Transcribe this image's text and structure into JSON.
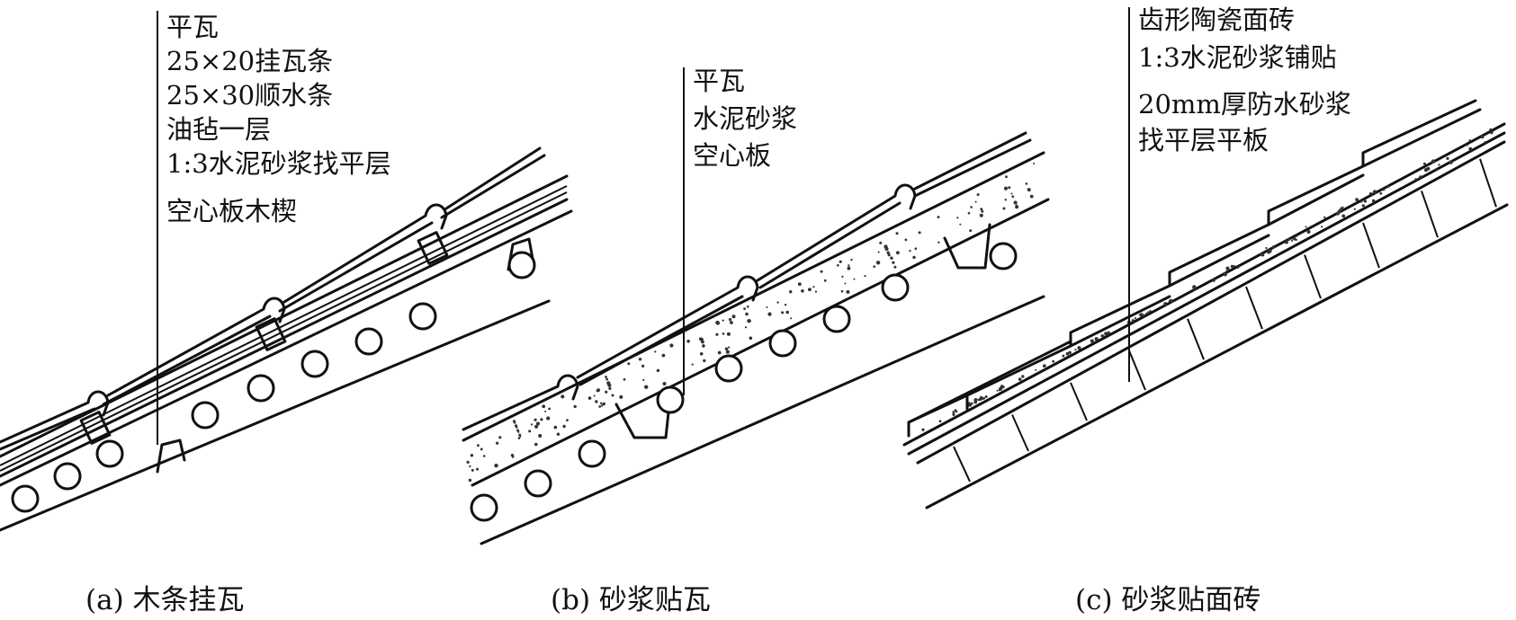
{
  "diagram_a": {
    "labels": [
      "平瓦",
      "25×20挂瓦条",
      "25×30顺水条",
      "油毡一层",
      "1:3水泥砂浆找平层",
      "空心板木楔"
    ],
    "caption": "(a) 木条挂瓦"
  },
  "diagram_b": {
    "labels": [
      "平瓦",
      "水泥砂浆",
      "空心板"
    ],
    "caption": "(b) 砂浆贴瓦"
  },
  "diagram_c": {
    "labels": [
      "齿形陶瓷面砖",
      "1:3水泥砂浆铺贴",
      "20mm厚防水砂浆",
      "找平层平板"
    ],
    "caption": "(c) 砂浆贴面砖"
  },
  "colors": {
    "ink": "#111111",
    "paper": "#ffffff"
  }
}
